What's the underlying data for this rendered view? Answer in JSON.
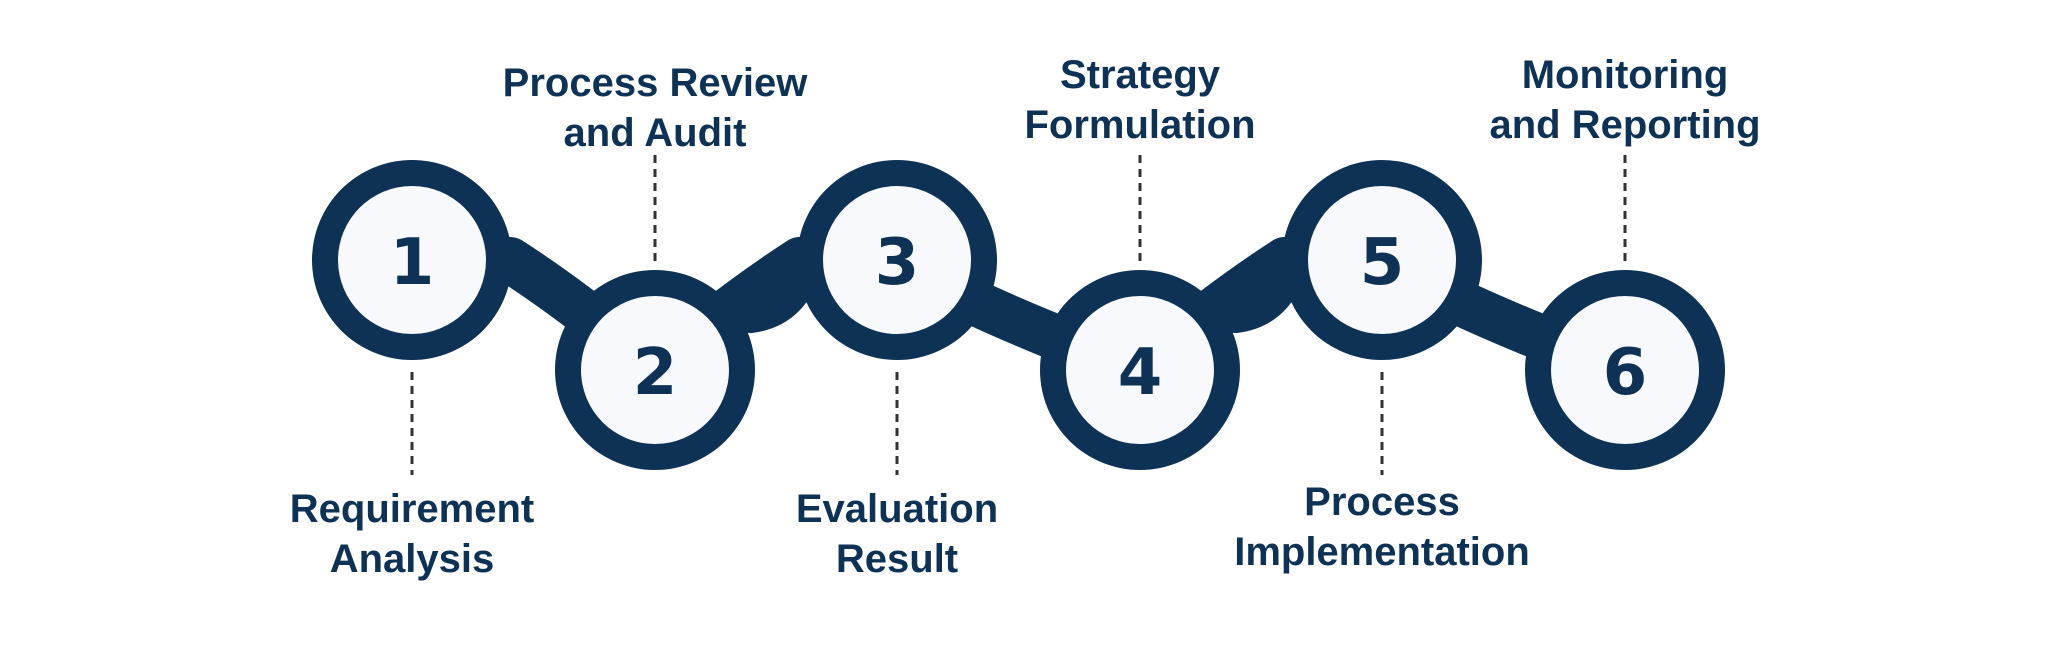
{
  "colors": {
    "primary": "#0d3256",
    "circle_fill": "#f8f9fc",
    "connector": "#333333",
    "background": "#ffffff"
  },
  "steps": [
    {
      "number": "1",
      "label_line1": "Requirement",
      "label_line2": "Analysis"
    },
    {
      "number": "2",
      "label_line1": "Process Review",
      "label_line2": "and Audit"
    },
    {
      "number": "3",
      "label_line1": "Evaluation",
      "label_line2": "Result"
    },
    {
      "number": "4",
      "label_line1": "Strategy",
      "label_line2": "Formulation"
    },
    {
      "number": "5",
      "label_line1": "Process",
      "label_line2": "Implementation"
    },
    {
      "number": "6",
      "label_line1": "Monitoring",
      "label_line2": "and Reporting"
    }
  ]
}
